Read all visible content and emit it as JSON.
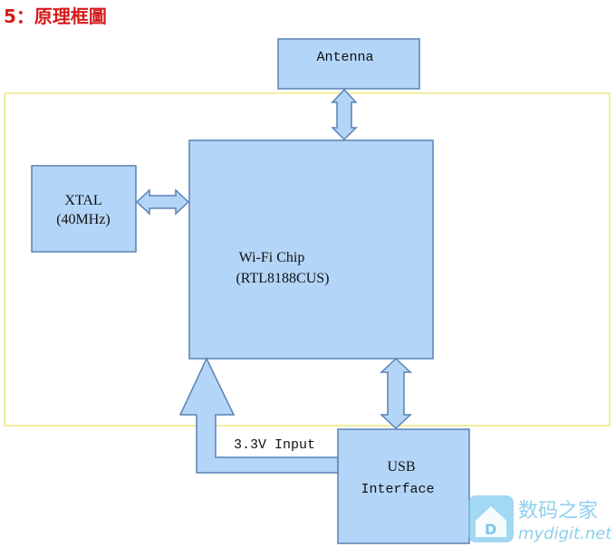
{
  "title": "5：原理框圖",
  "blocks": {
    "antenna": "Antenna",
    "xtal_line1": "XTAL",
    "xtal_line2": "(40MHz)",
    "chip_line1": "Wi-Fi Chip",
    "chip_line2": "(RTL8188CUS)",
    "usb_line1": "USB",
    "usb_line2": "Interface"
  },
  "power_label": "3.3V Input",
  "watermark": {
    "cn": "数码之家",
    "url": "mydigit.net"
  },
  "colors": {
    "title": "#d41a1a",
    "block_fill": "#b3d5f7",
    "block_stroke": "#5a82b4",
    "frame": "#f2ee9e"
  }
}
